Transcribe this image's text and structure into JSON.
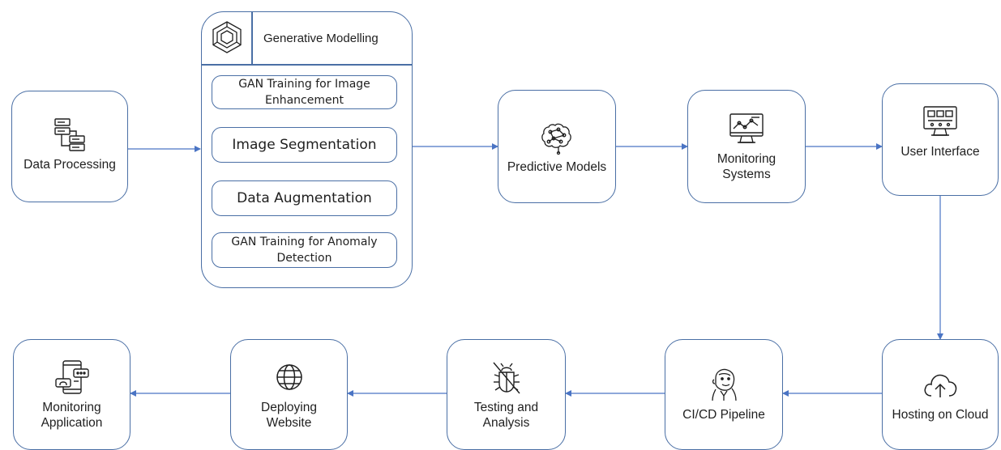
{
  "colors": {
    "border": "#4a6fa5",
    "arrow": "#4a74c4",
    "icon": "#1f1f1f"
  },
  "generative_modelling": {
    "title": "Generative Modelling",
    "icon": "hexagon-logo-icon",
    "items": [
      "GAN Training for Image Enhancement",
      "Image Segmentation",
      "Data Augmentation",
      "GAN Training for Anomaly Detection"
    ]
  },
  "top_row": [
    {
      "label": "Data Processing",
      "icon": "data-flow-icon"
    },
    {
      "label": "Predictive Models",
      "icon": "brain-network-icon"
    },
    {
      "label": "Monitoring\nSystems",
      "icon": "monitor-chart-icon"
    },
    {
      "label": "User Interface",
      "icon": "monitor-ui-icon"
    }
  ],
  "bottom_row": [
    {
      "label": "Hosting on Cloud",
      "icon": "cloud-upload-icon"
    },
    {
      "label": "CI/CD Pipeline",
      "icon": "jenkins-icon"
    },
    {
      "label": "Testing and\nAnalysis",
      "icon": "bug-crossed-icon"
    },
    {
      "label": "Deploying\nWebsite",
      "icon": "globe-icon"
    },
    {
      "label": "Monitoring\nApplication",
      "icon": "mobile-chat-icon"
    }
  ]
}
